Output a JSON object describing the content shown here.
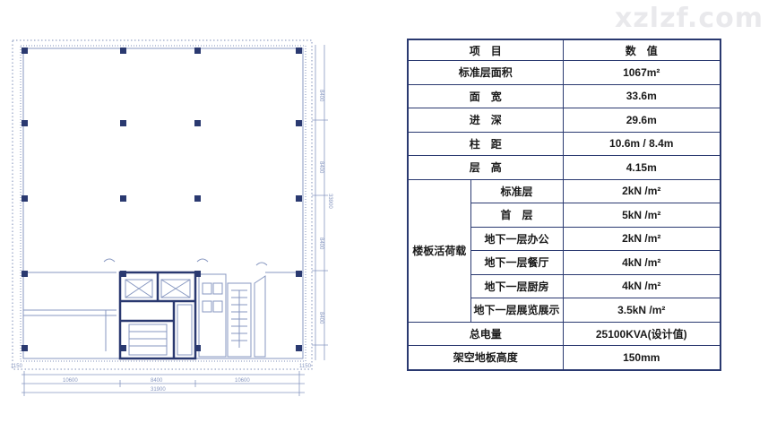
{
  "watermark": "xzlzf.com",
  "plan": {
    "dims": {
      "edge": "1150",
      "bay_left": "10600",
      "bay_mid": "8400",
      "bay_right": "10600",
      "total": "31900",
      "side_bay": "8400",
      "side_total": "33900"
    }
  },
  "table": {
    "header": {
      "item": "项　目",
      "value": "数　值"
    },
    "rows": [
      {
        "label": "标准层面积",
        "value": "1067m²"
      },
      {
        "label": "面　宽",
        "value": "33.6m"
      },
      {
        "label": "进　深",
        "value": "29.6m"
      },
      {
        "label": "柱　距",
        "value": "10.6m / 8.4m"
      },
      {
        "label": "层　高",
        "value": "4.15m"
      }
    ],
    "load_group": {
      "label": "楼板活荷载",
      "rows": [
        {
          "label": "标准层",
          "value": "2kN /m²"
        },
        {
          "label": "首　层",
          "value": "5kN /m²"
        },
        {
          "label": "地下一层办公",
          "value": "2kN /m²"
        },
        {
          "label": "地下一层餐厅",
          "value": "4kN /m²"
        },
        {
          "label": "地下一层厨房",
          "value": "4kN /m²"
        },
        {
          "label": "地下一层展览展示",
          "value": "3.5kN /m²"
        }
      ]
    },
    "tail_rows": [
      {
        "label": "总电量",
        "value": "25100KVA(设计值)"
      },
      {
        "label": "架空地板高度",
        "value": "150mm"
      }
    ]
  }
}
